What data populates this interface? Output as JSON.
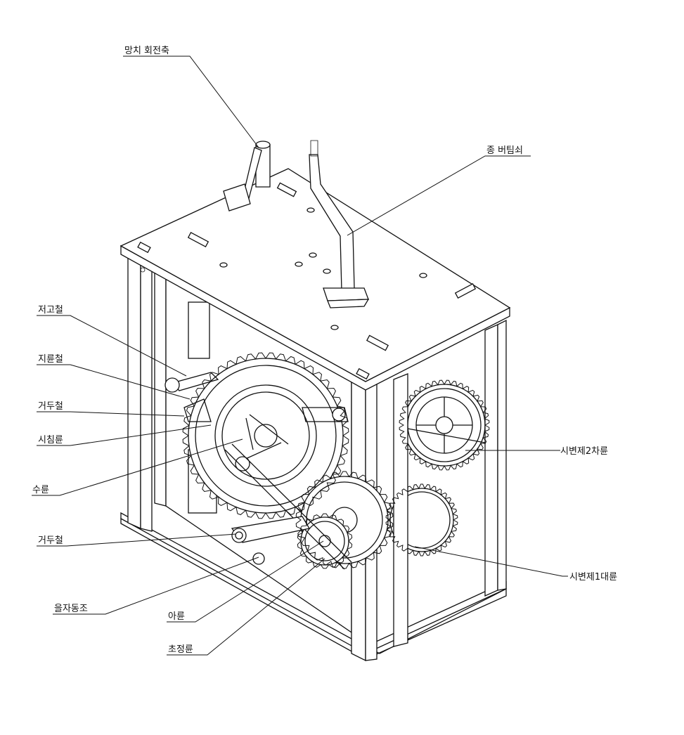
{
  "labels": {
    "hammer_axis": "망치 회전축",
    "bell_support": "종 버팀쇠",
    "jeogocheol": "저고철",
    "jiryuncheol": "지륜철",
    "geoducheol_top": "거두철",
    "sichimryun": "시침륜",
    "suryun": "수륜",
    "geoducheol_bottom": "거두철",
    "euljadongjo": "을자동조",
    "aryun": "아륜",
    "chojeongryun": "초정륜",
    "sibyeon_2": "시변제2차륜",
    "sibyeon_1": "시변제1대륜"
  }
}
